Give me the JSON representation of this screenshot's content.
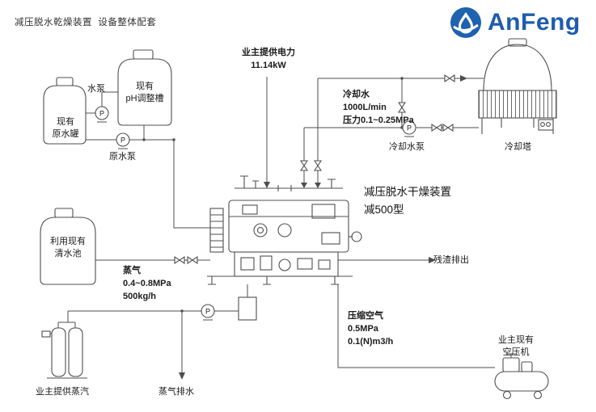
{
  "header": {
    "title": "减压脱水乾燥装置  设备整体配套"
  },
  "logo": {
    "text": "AnFeng",
    "color": "#1d5caf"
  },
  "equipment": {
    "raw_water_tank": "现有\n原水罐",
    "ph_tank": "现有\npH调整槽",
    "water_pump": "水泵",
    "raw_water_pump": "原水泵",
    "power_supply": "业主提供电力\n11.14kW",
    "cooling_water": "冷却水\n1000L/min\n压力0.1~0.25MPa",
    "cooling_water_pump": "冷却水泵",
    "cooling_tower": "冷却塔",
    "main_device": "减压脱水干燥装置\n减500型",
    "clean_water_pool": "利用现有\n清水池",
    "steam": "蒸气\n0.4~0.8MPa\n500kg/h",
    "owner_steam": "业主提供蒸汽",
    "steam_drain": "蒸气排水",
    "residue_discharge": "残渣排出",
    "compressed_air": "压缩空气\n0.5MPa\n0.1(N)m3/h",
    "air_compressor": "业主现有\n空压机",
    "pump_symbol": "P"
  }
}
